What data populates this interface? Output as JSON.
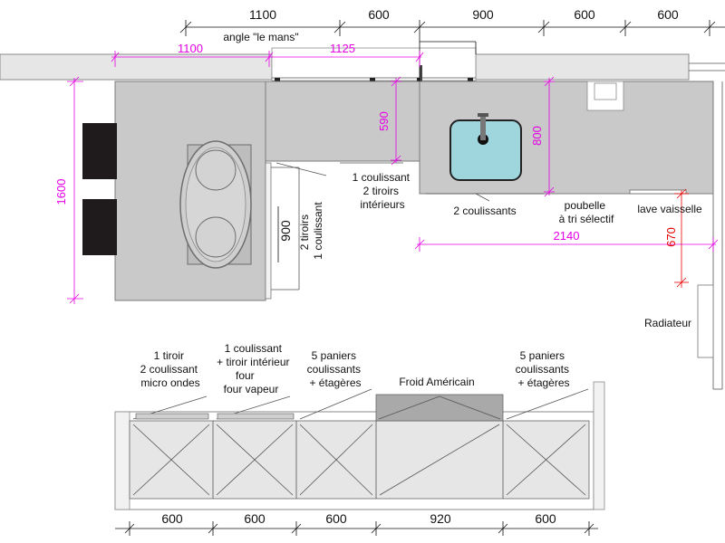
{
  "colors": {
    "counter": "#c9c9c9",
    "wall": "#e6e6e6",
    "dimension_black": "#111111",
    "dimension_magenta": "#e600e6",
    "dimension_red": "#e60000",
    "sink_basin": "#9fd5dc",
    "stool": "#1f1a1c"
  },
  "top_dimensions": [
    "1100",
    "600",
    "900",
    "600",
    "600"
  ],
  "top_note": "angle \"le mans\"",
  "magenta_dimensions": {
    "island_width": "1100",
    "corner_width": "1125",
    "island_length": "1600",
    "corner_depth": "590",
    "sink_depth": "800",
    "run_length": "2140"
  },
  "red_dimensions": {
    "clearance": "670"
  },
  "plan_labels": {
    "corner_unit": [
      "1 coulissant",
      "2 tiroirs",
      "intérieurs"
    ],
    "island_unit": [
      "2 tiroirs",
      "1 coulissant"
    ],
    "island_unit_width": "900",
    "sink_unit": "2 coulissants",
    "bin_unit": [
      "poubelle",
      "à tri sélectif"
    ],
    "dishwasher": "lave vaisselle",
    "radiator": "Radiateur"
  },
  "elevation_labels": {
    "unit1": [
      "1 tiroir",
      "2 coulissant",
      "micro ondes"
    ],
    "unit2": [
      "1 coulissant",
      "+ tiroir intérieur",
      "four",
      "four vapeur"
    ],
    "unit3": [
      "5 paniers",
      "coulissants",
      "+ étagères"
    ],
    "unit4": "Froid Américain",
    "unit5": [
      "5 paniers",
      "coulissants",
      "+ étagères"
    ]
  },
  "bottom_dimensions": [
    "600",
    "600",
    "600",
    "920",
    "600"
  ]
}
